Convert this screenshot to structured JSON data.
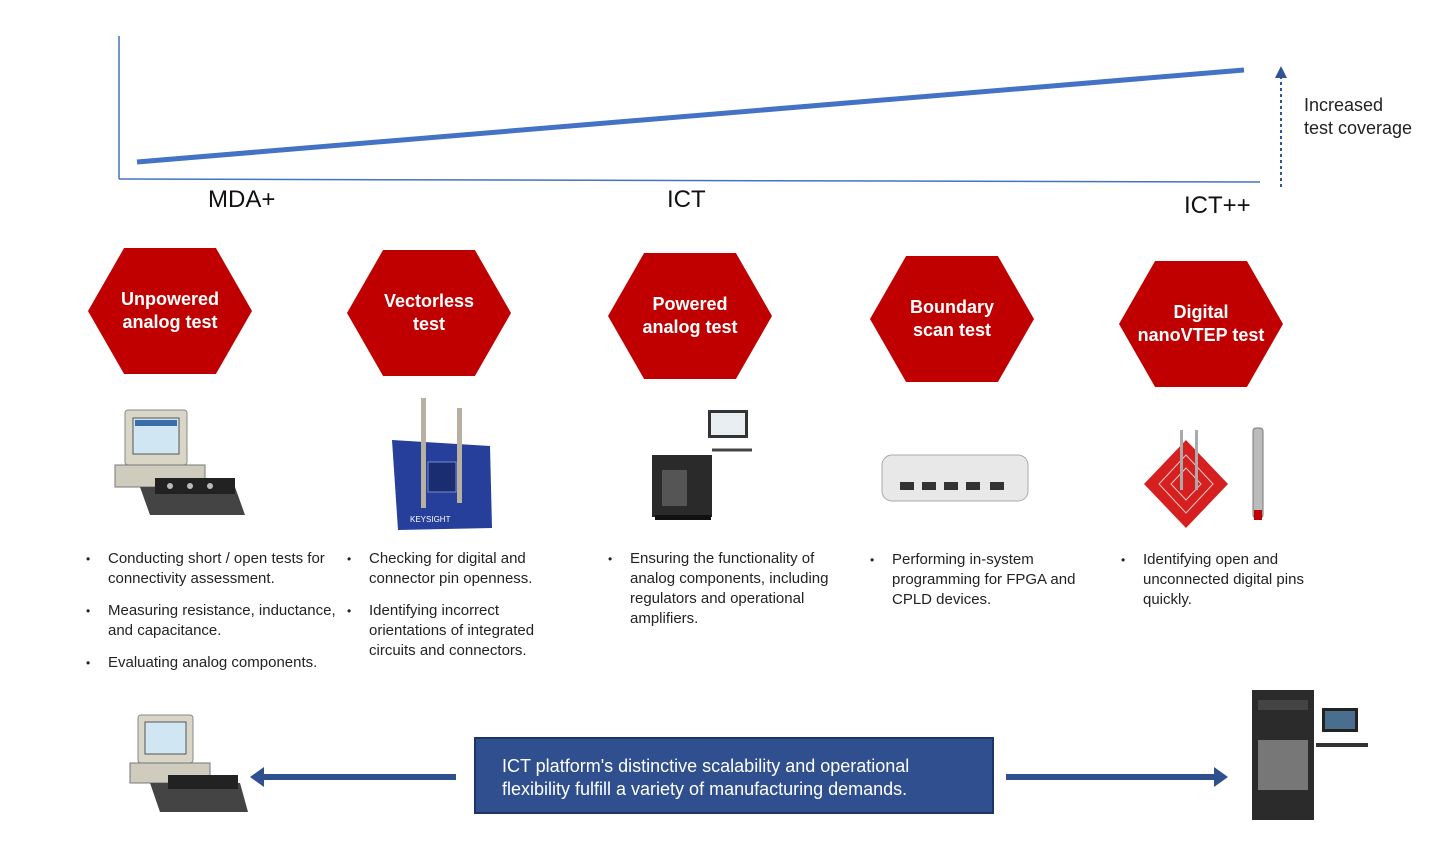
{
  "chart": {
    "stages": [
      "MDA+",
      "ICT",
      "ICT++"
    ],
    "coverage_label": [
      "Increased",
      "test coverage"
    ]
  },
  "tests": [
    {
      "label": "Unpowered\nanalog test",
      "bullets": [
        "Conducting short / open tests for connectivity assessment.",
        "Measuring resistance, inductance, and capacitance.",
        "Evaluating analog components."
      ],
      "image": "desktop-tester-icon"
    },
    {
      "label": "Vectorless\ntest",
      "bullets": [
        "Checking for digital and connector pin openness.",
        "Identifying incorrect orientations of integrated circuits and connectors."
      ],
      "image": "probe-board-icon"
    },
    {
      "label": "Powered\nanalog test",
      "bullets": [
        "Ensuring the functionality of analog components, including regulators and operational amplifiers."
      ],
      "image": "i3070-system-icon"
    },
    {
      "label": "Boundary\nscan test",
      "bullets": [
        "Performing in-system programming for FPGA and CPLD devices."
      ],
      "image": "boundary-scan-controller-icon"
    },
    {
      "label": "Digital\nnanoVTEP test",
      "bullets": [
        "Identifying open and unconnected digital pins quickly."
      ],
      "image": "nanovtep-probe-icon"
    }
  ],
  "callout": {
    "text": "ICT platform's distinctive scalability and operational flexibility fulfill a variety of manufacturing demands."
  },
  "colors": {
    "hex_fill": "#c00000",
    "trend_line": "#4472c4",
    "callout_fill": "#2f4f8f",
    "arrow": "#2f4f8f"
  },
  "images": {
    "left": "legacy-tester-icon",
    "right": "i3070-series7-tester-icon"
  }
}
